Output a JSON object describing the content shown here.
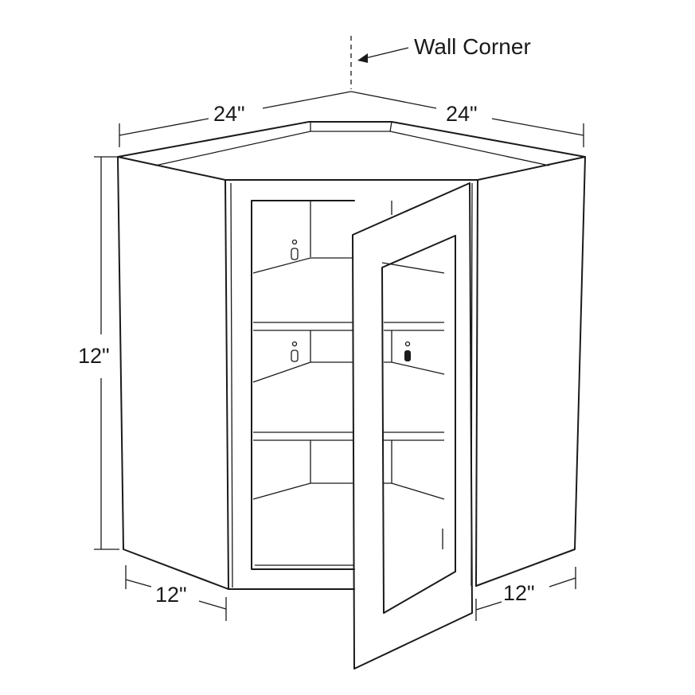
{
  "diagram": {
    "callout": "Wall Corner",
    "dimensions": {
      "top_left_width": "24\"",
      "top_right_width": "24\"",
      "height": "12\"",
      "bottom_left_depth": "12\"",
      "bottom_right_depth": "12\""
    }
  }
}
